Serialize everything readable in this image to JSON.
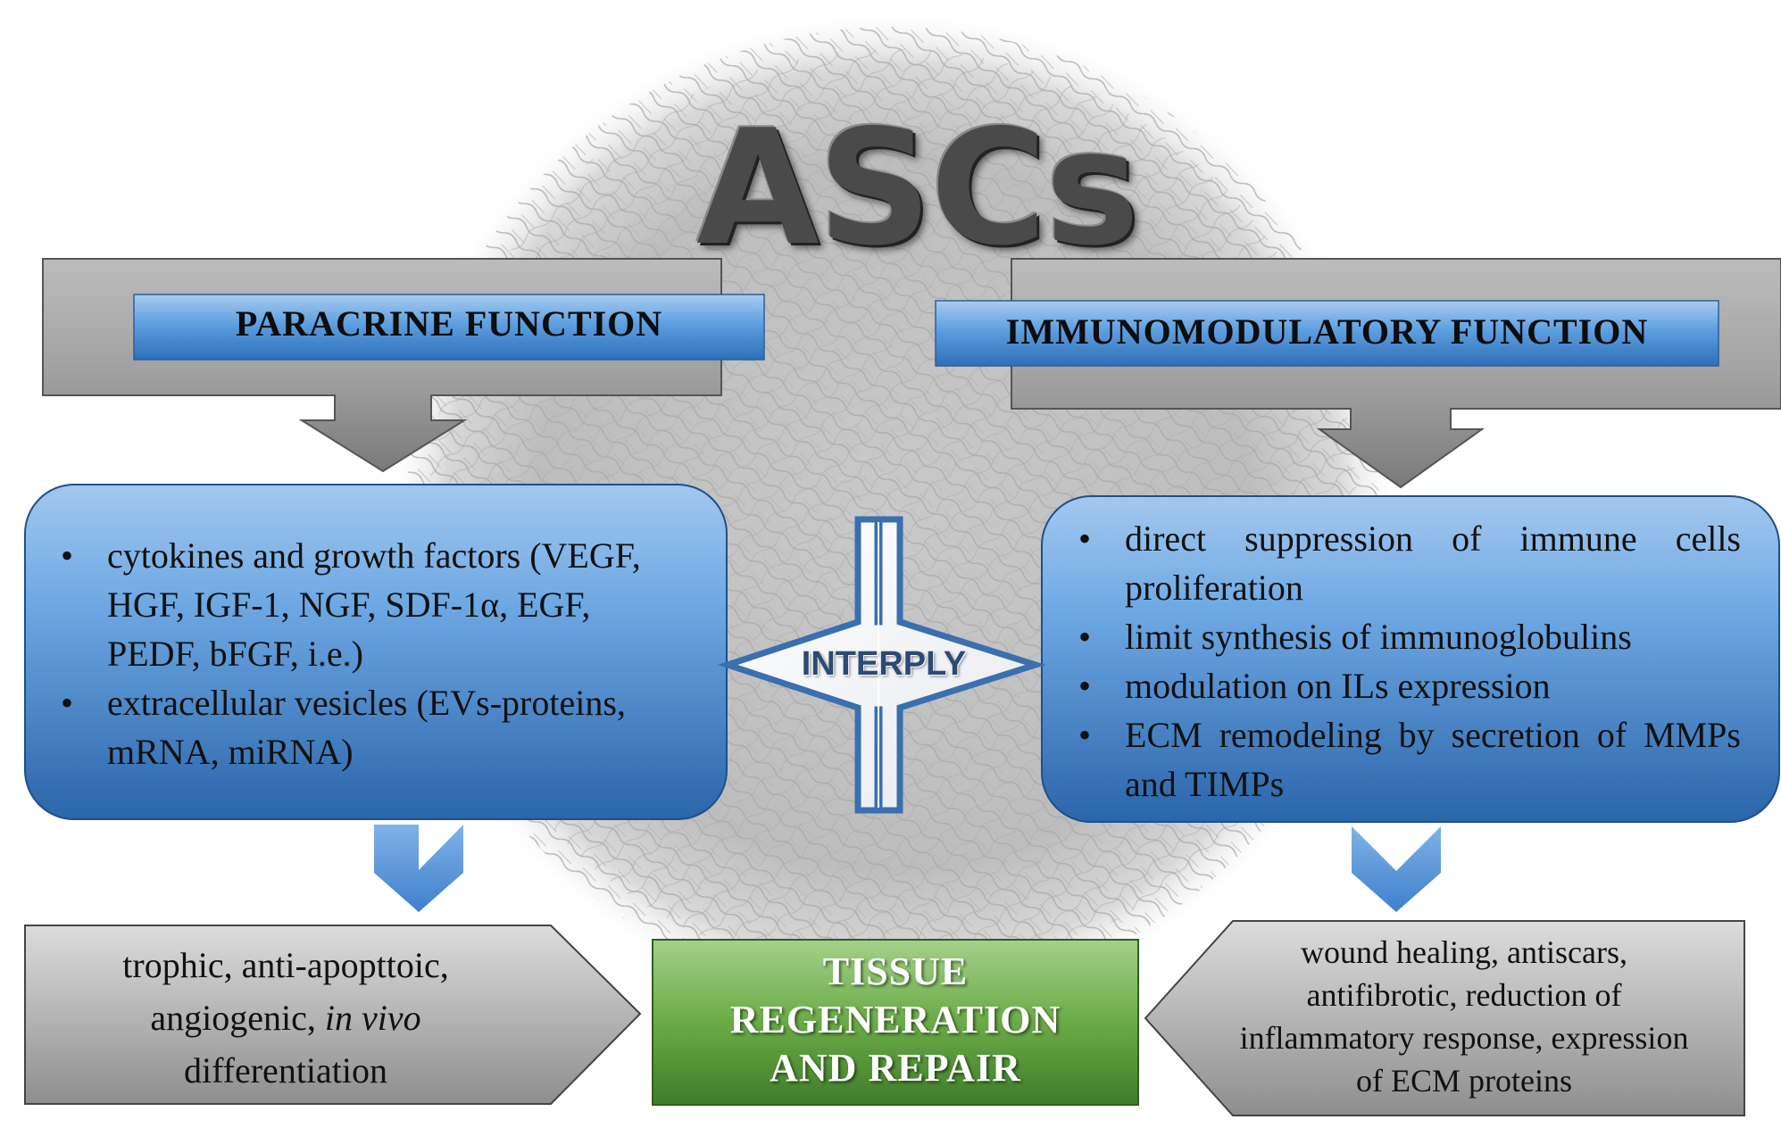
{
  "title": "ASCs",
  "paracrine": {
    "header": "PARACRINE FUNCTION",
    "bullets": [
      "cytokines and growth factors (VEGF, HGF, IGF-1, NGF, SDF-1α, EGF, PEDF, bFGF, i.e.)",
      "extracellular vesicles (EVs-proteins, mRNA, miRNA)"
    ],
    "outcome": {
      "line1": "trophic, anti-apopttoic,",
      "line2a": "angiogenic,",
      "line2b": "in vivo",
      "line3": "differentiation"
    }
  },
  "immunomodulatory": {
    "header": "IMMUNOMODULATORY FUNCTION",
    "bullets": [
      "direct suppression of  immune cells proliferation",
      "limit synthesis of immunoglobulins",
      "modulation on ILs expression",
      "ECM remodeling by secretion of MMPs and TIMPs"
    ],
    "outcome": [
      "wound healing, antiscars,",
      "antifibrotic, reduction of",
      "inflammatory response, expression",
      "of ECM proteins"
    ]
  },
  "interply": "INTERPLY",
  "result": {
    "lines": [
      "TISSUE",
      "REGENERATION",
      "AND REPAIR"
    ]
  },
  "colors": {
    "blue_box": "#2f6db3",
    "gray_box": "#9a9a9a",
    "green_box": "#5b9a3a",
    "diamond_border": "#3a6fb0"
  }
}
